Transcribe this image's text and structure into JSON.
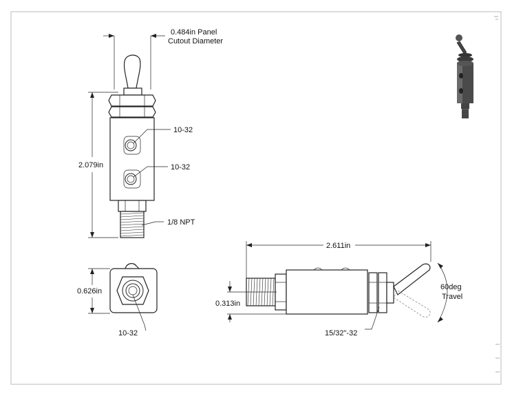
{
  "dimensions": {
    "panel_cutout_line1": "0.484in Panel",
    "panel_cutout_line2": "Cutout Diameter",
    "port_top": "10-32",
    "port_bottom": "10-32",
    "npt": "1/8 NPT",
    "overall_height": "2.079in",
    "body_width": "0.626in",
    "bottom_port": "10-32",
    "overall_length": "2.611in",
    "offset": "0.313in",
    "thread": "15/32\"-32",
    "travel_line1": "60deg",
    "travel_line2": "Travel"
  }
}
